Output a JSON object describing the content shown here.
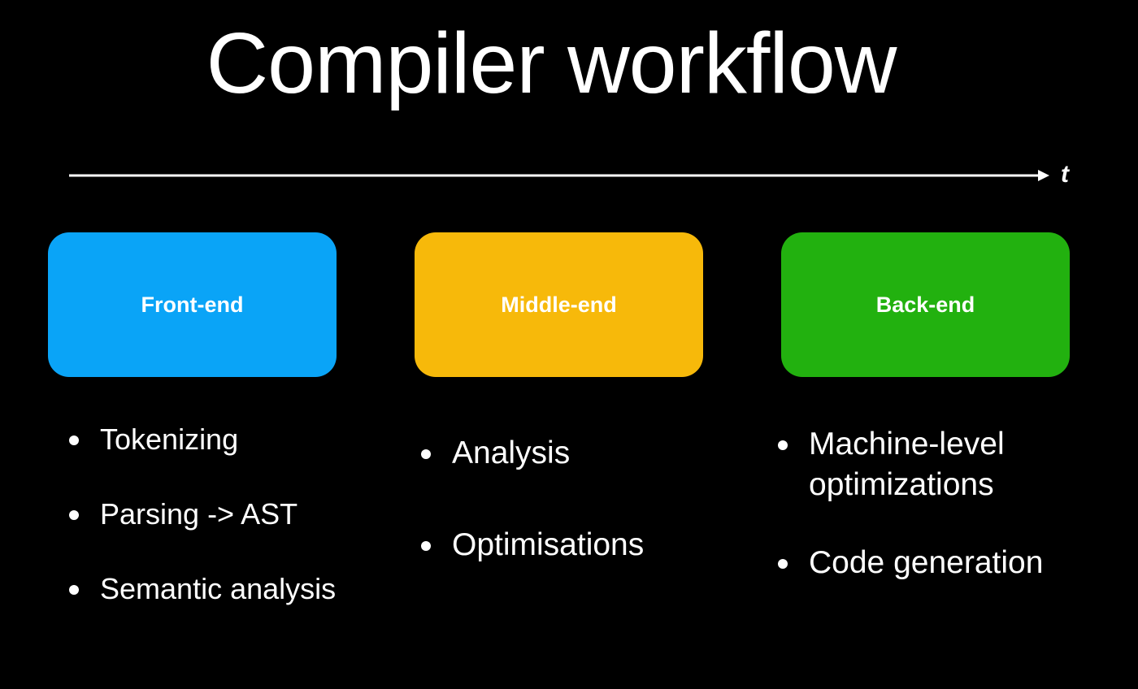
{
  "title": "Compiler workflow",
  "timeline": {
    "axis_label": "t",
    "line_color": "#ffffff"
  },
  "stages": [
    {
      "label": "Front-end",
      "color": "#0aa4f7",
      "items": [
        "Tokenizing",
        "Parsing -> AST",
        "Semantic analysis"
      ]
    },
    {
      "label": "Middle-end",
      "color": "#f7b90a",
      "items": [
        "Analysis",
        "Optimisations"
      ]
    },
    {
      "label": "Back-end",
      "color": "#22b10f",
      "items": [
        "Machine-level optimizations",
        "Code generation"
      ]
    }
  ]
}
